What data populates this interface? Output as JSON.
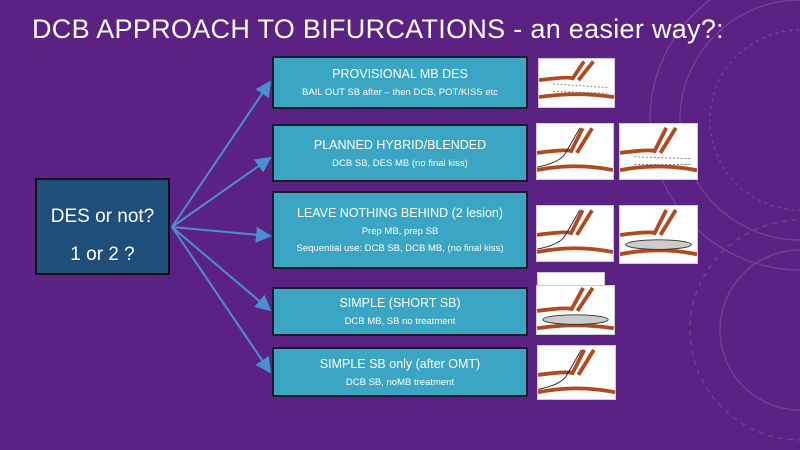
{
  "title": "DCB APPROACH TO BIFURCATIONS  - an easier way?:",
  "root": {
    "line1": "DES or not?",
    "line2": "1 or 2 ?"
  },
  "options": [
    {
      "heading": "PROVISIONAL MB DES",
      "details": [
        "BAIL OUT SB after – then DCB, POT/KISS etc"
      ]
    },
    {
      "heading": "PLANNED HYBRID/BLENDED",
      "details": [
        "DCB SB, DES MB (no final kiss)"
      ]
    },
    {
      "heading": "LEAVE NOTHING BEHIND (2 lesion)",
      "details": [
        "Prep MB, prep SB",
        "Sequential use: DCB SB, DCB MB, (no final kiss)"
      ]
    },
    {
      "heading": "SIMPLE (SHORT SB)",
      "details": [
        "DCB MB, SB no treatment"
      ]
    },
    {
      "heading": "SIMPLE SB only  (after OMT)",
      "details": [
        "DCB SB, noMB treatment"
      ]
    }
  ],
  "colors": {
    "background": "#5b2283",
    "box": "#3aa6c4",
    "root": "#1f4e7a",
    "arrow": "#4a8fd0"
  }
}
